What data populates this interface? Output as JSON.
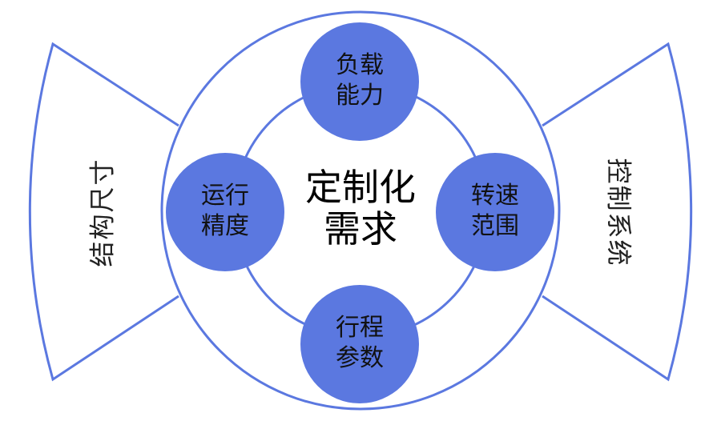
{
  "center": {
    "label": "定制化\n需求"
  },
  "nodes": {
    "top": {
      "label": "负载\n能力"
    },
    "left": {
      "label": "运行\n精度"
    },
    "right": {
      "label": "转速\n范围"
    },
    "bottom": {
      "label": "行程\n参数"
    }
  },
  "wings": {
    "left": {
      "label": "结构尺寸"
    },
    "right": {
      "label": "控制系统"
    }
  },
  "colors": {
    "outline": "#5b78e0",
    "node_fill": "#5b78e0",
    "background": "#ffffff"
  }
}
